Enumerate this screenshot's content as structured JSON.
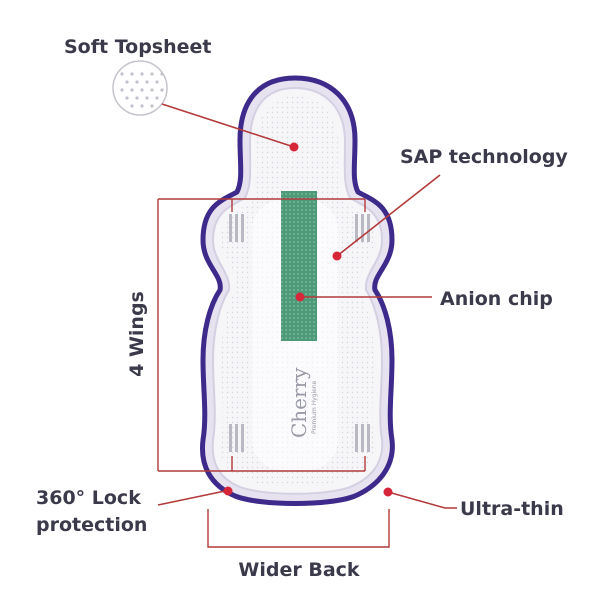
{
  "diagram": {
    "labels": {
      "soft_topsheet": "Soft Topsheet",
      "sap_technology": "SAP technology",
      "anion_chip": "Anion chip",
      "four_wings": "4 Wings",
      "lock_protection_line1": "360° Lock",
      "lock_protection_line2": "protection",
      "ultra_thin": "Ultra-thin",
      "wider_back": "Wider Back"
    },
    "brand": {
      "name": "Cherry",
      "tagline": "Premium Hygiene"
    },
    "colors": {
      "outline": "#3d2a8a",
      "leader_line": "#b33a3a",
      "marker_dot": "#d6263a",
      "anion_chip": "#4e9a78",
      "text": "#3a3a4a"
    }
  }
}
